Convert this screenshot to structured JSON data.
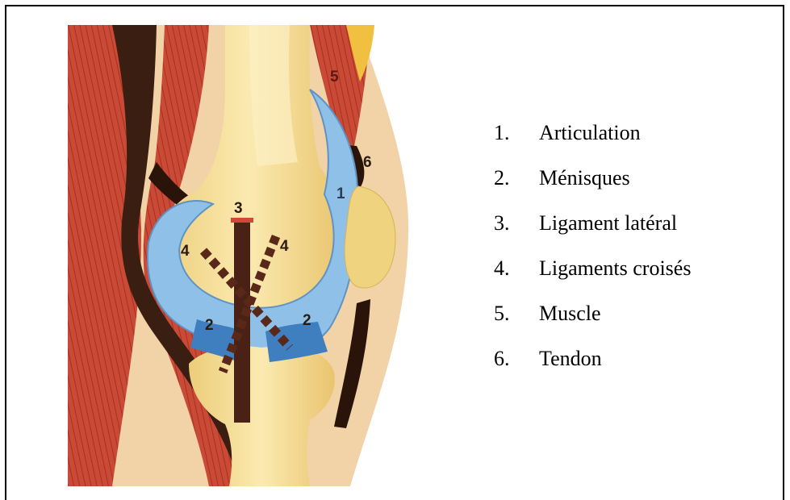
{
  "diagram": {
    "markers": {
      "m1": "1",
      "m2a": "2",
      "m2b": "2",
      "m3": "3",
      "m4a": "4",
      "m4b": "4",
      "m5": "5",
      "m6": "6"
    },
    "colors": {
      "bone": "#f4e09a",
      "muscle": "#c0392b",
      "cartilage": "#7fb6e0",
      "ligament": "#4a2215",
      "skin": "#f2d4a8"
    }
  },
  "legend": [
    {
      "number": "1.",
      "label": "Articulation"
    },
    {
      "number": "2.",
      "label": "Ménisques"
    },
    {
      "number": "3.",
      "label": "Ligament latéral"
    },
    {
      "number": "4.",
      "label": "Ligaments croisés"
    },
    {
      "number": "5.",
      "label": "Muscle"
    },
    {
      "number": "6.",
      "label": "Tendon"
    }
  ]
}
